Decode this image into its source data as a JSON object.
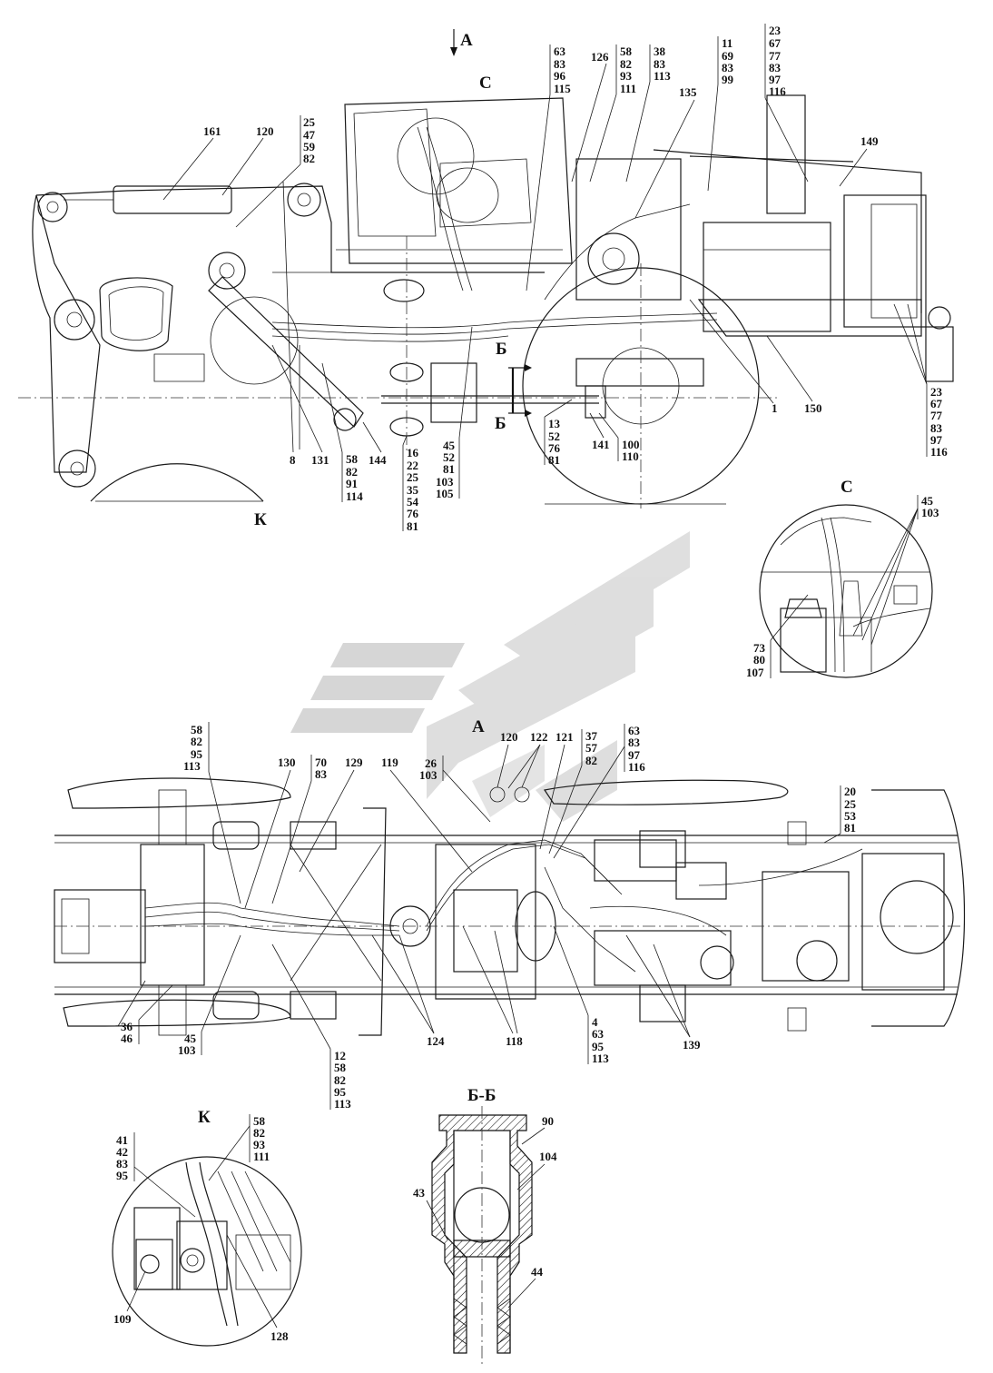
{
  "views": {
    "view_a_arrow": "А",
    "detail_c": "С",
    "detail_k": "К",
    "section_bb": "Б-Б",
    "section_arrow_1": "Б",
    "section_arrow_2": "Б",
    "plan_view_title": "А"
  },
  "side_view_callouts": [
    {
      "id": "c161",
      "text": "161"
    },
    {
      "id": "c120",
      "text": "120"
    },
    {
      "id": "c25_47_59_82",
      "lines": [
        "25",
        "47",
        "59",
        "82"
      ]
    },
    {
      "id": "c63_83_96_115",
      "lines": [
        "63",
        "83",
        "96",
        "115"
      ]
    },
    {
      "id": "c126",
      "text": "126"
    },
    {
      "id": "c58_82_93_111",
      "lines": [
        "58",
        "82",
        "93",
        "111"
      ]
    },
    {
      "id": "c38_83_113",
      "lines": [
        "38",
        "83",
        "113"
      ]
    },
    {
      "id": "c135",
      "text": "135"
    },
    {
      "id": "c11_69_83_99",
      "lines": [
        "11",
        "69",
        "83",
        "99"
      ]
    },
    {
      "id": "c23_67_77_83_97_116_top",
      "lines": [
        "23",
        "67",
        "77",
        "83",
        "97",
        "116"
      ]
    },
    {
      "id": "c149",
      "text": "149"
    },
    {
      "id": "c23_67_77_83_97_116_bottom",
      "lines": [
        "23",
        "67",
        "77",
        "83",
        "97",
        "116"
      ]
    },
    {
      "id": "c1",
      "text": "1"
    },
    {
      "id": "c150",
      "text": "150"
    },
    {
      "id": "c141",
      "text": "141"
    },
    {
      "id": "c100_110",
      "lines": [
        "100",
        "110"
      ]
    },
    {
      "id": "c13_52_76_81",
      "lines": [
        "13",
        "52",
        "76",
        "81"
      ]
    },
    {
      "id": "c45_52_81_103_105",
      "lines": [
        "45",
        "52",
        "81",
        "103",
        "105"
      ]
    },
    {
      "id": "c16_22_25_35_54_76_81",
      "lines": [
        "16",
        "22",
        "25",
        "35",
        "54",
        "76",
        "81"
      ]
    },
    {
      "id": "c144",
      "text": "144"
    },
    {
      "id": "c58_82_91_114",
      "lines": [
        "58",
        "82",
        "91",
        "114"
      ]
    },
    {
      "id": "c131",
      "text": "131"
    },
    {
      "id": "c8",
      "text": "8"
    }
  ],
  "detail_c_callouts": [
    {
      "id": "c45_103",
      "lines": [
        "45",
        "103"
      ]
    },
    {
      "id": "c73_80_107",
      "lines": [
        "73",
        "80",
        "107"
      ]
    }
  ],
  "plan_view_callouts": [
    {
      "id": "p58_82_95_113",
      "lines": [
        "58",
        "82",
        "95",
        "113"
      ]
    },
    {
      "id": "p130",
      "text": "130"
    },
    {
      "id": "p70_83",
      "lines": [
        "70",
        "83"
      ]
    },
    {
      "id": "p129",
      "text": "129"
    },
    {
      "id": "p119",
      "text": "119"
    },
    {
      "id": "p26_103",
      "lines": [
        "26",
        "103"
      ]
    },
    {
      "id": "p120",
      "text": "120"
    },
    {
      "id": "p122",
      "text": "122"
    },
    {
      "id": "p121",
      "text": "121"
    },
    {
      "id": "p37_57_82",
      "lines": [
        "37",
        "57",
        "82"
      ]
    },
    {
      "id": "p63_83_97_116",
      "lines": [
        "63",
        "83",
        "97",
        "116"
      ]
    },
    {
      "id": "p20_25_53_81",
      "lines": [
        "20",
        "25",
        "53",
        "81"
      ]
    },
    {
      "id": "p36_46",
      "lines": [
        "36",
        "46"
      ]
    },
    {
      "id": "p45_103",
      "lines": [
        "45",
        "103"
      ]
    },
    {
      "id": "p12_58_82_95_113",
      "lines": [
        "12",
        "58",
        "82",
        "95",
        "113"
      ]
    },
    {
      "id": "p124",
      "text": "124"
    },
    {
      "id": "p118",
      "text": "118"
    },
    {
      "id": "p4_63_95_113",
      "lines": [
        "4",
        "63",
        "95",
        "113"
      ]
    },
    {
      "id": "p139",
      "text": "139"
    }
  ],
  "detail_k_callouts": [
    {
      "id": "k41_42_83_95",
      "lines": [
        "41",
        "42",
        "83",
        "95"
      ]
    },
    {
      "id": "k58_82_93_111",
      "lines": [
        "58",
        "82",
        "93",
        "111"
      ]
    },
    {
      "id": "k109",
      "text": "109"
    },
    {
      "id": "k128",
      "text": "128"
    }
  ],
  "section_bb_callouts": [
    {
      "id": "b90",
      "text": "90"
    },
    {
      "id": "b104",
      "text": "104"
    },
    {
      "id": "b43",
      "text": "43"
    },
    {
      "id": "b44",
      "text": "44"
    }
  ],
  "colors": {
    "line": "#1a1a1a",
    "watermark": "#c9c9c9",
    "background": "#ffffff"
  }
}
